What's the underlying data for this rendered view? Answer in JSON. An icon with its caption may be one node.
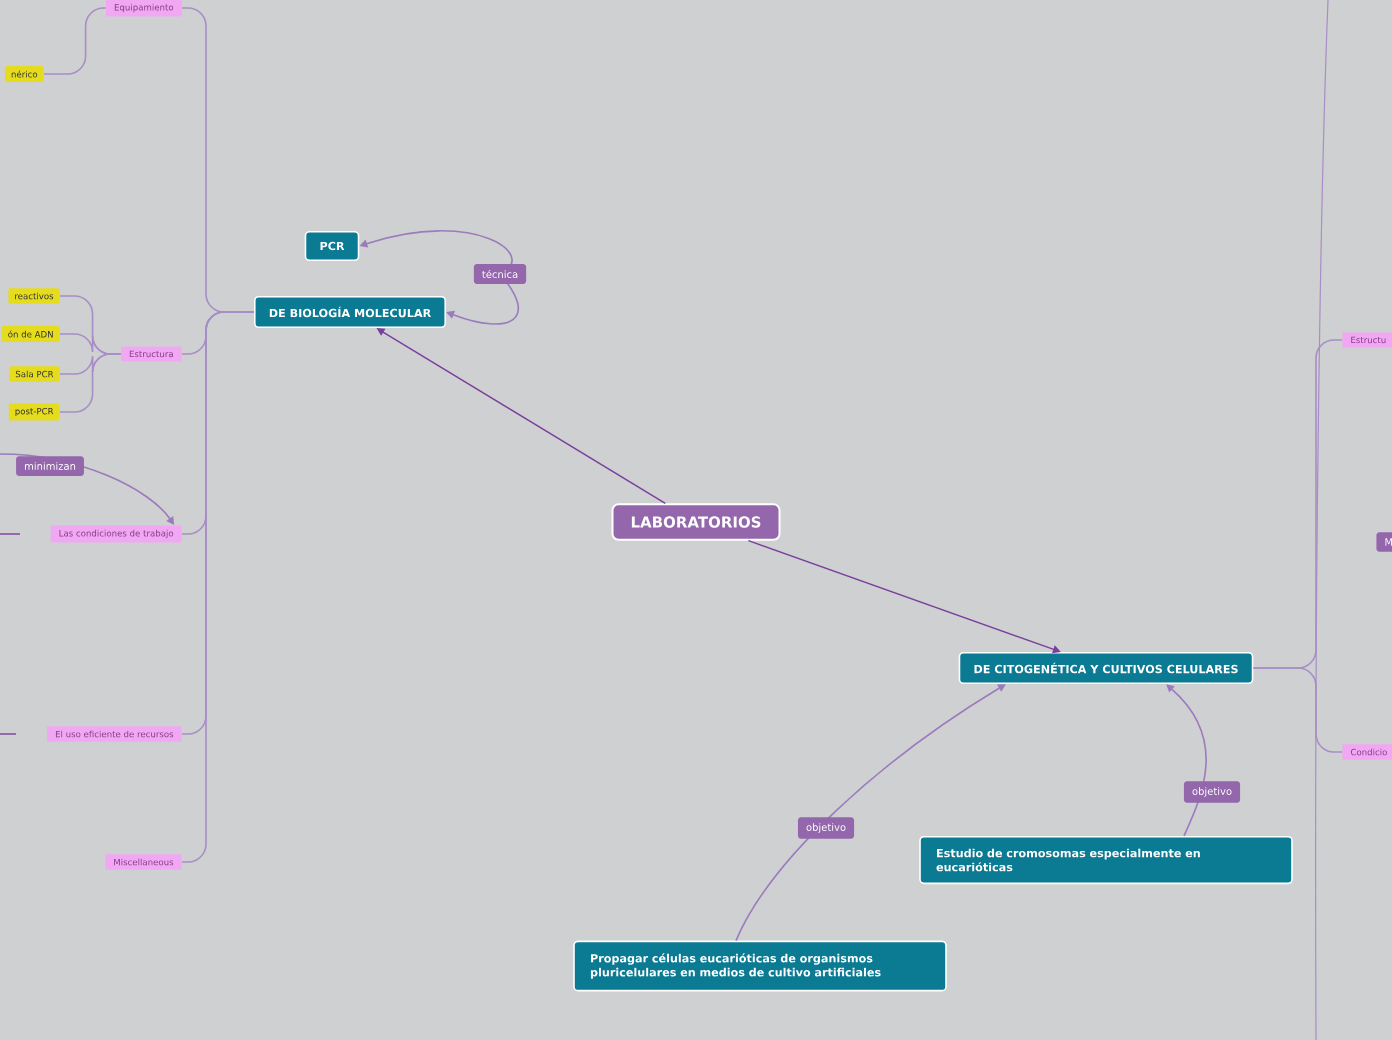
{
  "diagram": {
    "nodes": [
      {
        "text": [
          "LABORATORIOS"
        ]
      },
      {
        "text": [
          "DE BIOLOGÍA MOLECULAR"
        ]
      },
      {
        "text": [
          "PCR"
        ]
      },
      {
        "text": [
          "DE CITOGENÉTICA Y CULTIVOS CELULARES"
        ]
      },
      {
        "text": [
          "Estudio de cromosomas especialmente en eucarióticas"
        ]
      },
      {
        "text": [
          "Propagar células eucarióticas de organismos pluricelulares en medios de cultivo artificiales"
        ]
      },
      {
        "text": [
          "Equipamiento"
        ]
      },
      {
        "text": [
          "nérico"
        ]
      },
      {
        "text": [
          "Estructura"
        ]
      },
      {
        "text": [
          "reactivos"
        ]
      },
      {
        "text": [
          "ón de ADN"
        ]
      },
      {
        "text": [
          "Sala PCR"
        ]
      },
      {
        "text": [
          "post-PCR"
        ]
      },
      {
        "text": [
          "Las condiciones de trabajo"
        ]
      },
      {
        "text": [
          "El uso eficiente de recursos"
        ]
      },
      {
        "text": [
          "Miscellaneous"
        ]
      },
      {
        "text": [
          "Estructu"
        ]
      },
      {
        "text": [
          "M"
        ]
      },
      {
        "text": [
          "Condicio"
        ]
      }
    ],
    "edges": [
      {
        "from": 0,
        "to": 1,
        "arrow": "to"
      },
      {
        "from": 0,
        "to": 3,
        "arrow": "to"
      },
      {
        "from": 1,
        "to": 2,
        "arrow": "both",
        "label": "técnica",
        "color": "#9b7bbd"
      },
      {
        "from": 4,
        "to": 3,
        "arrow": "to",
        "label": "objetivo",
        "color": "#9b7bbd"
      },
      {
        "from": 5,
        "to": 3,
        "arrow": "to",
        "label": "objetivo",
        "color": "#9b7bbd"
      },
      {
        "from": 1,
        "to": 6,
        "arrow": "none",
        "color": "#a88dc6"
      },
      {
        "from": 6,
        "to": 7,
        "arrow": "none",
        "color": "#a88dc6"
      },
      {
        "from": 1,
        "to": 8,
        "arrow": "none",
        "color": "#a88dc6"
      },
      {
        "from": 8,
        "to": 9,
        "arrow": "none",
        "color": "#a88dc6"
      },
      {
        "from": 8,
        "to": 10,
        "arrow": "none",
        "color": "#a88dc6"
      },
      {
        "from": 8,
        "to": 11,
        "arrow": "none",
        "color": "#a88dc6"
      },
      {
        "from": 8,
        "to": 12,
        "arrow": "none",
        "color": "#a88dc6"
      },
      {
        "from": 1,
        "to": 13,
        "arrow": "none",
        "color": "#a88dc6"
      },
      {
        "from": null,
        "to": 13,
        "arrow": "to",
        "label": "minimizan",
        "color": "#9b7bbd"
      },
      {
        "from": 1,
        "to": 14,
        "arrow": "none",
        "color": "#a88dc6"
      },
      {
        "from": 1,
        "to": 15,
        "arrow": "none",
        "color": "#a88dc6"
      },
      {
        "from": 3,
        "to": 16,
        "arrow": "none",
        "color": "#a88dc6"
      },
      {
        "from": 3,
        "to": 18,
        "arrow": "none",
        "color": "#a88dc6"
      }
    ]
  }
}
